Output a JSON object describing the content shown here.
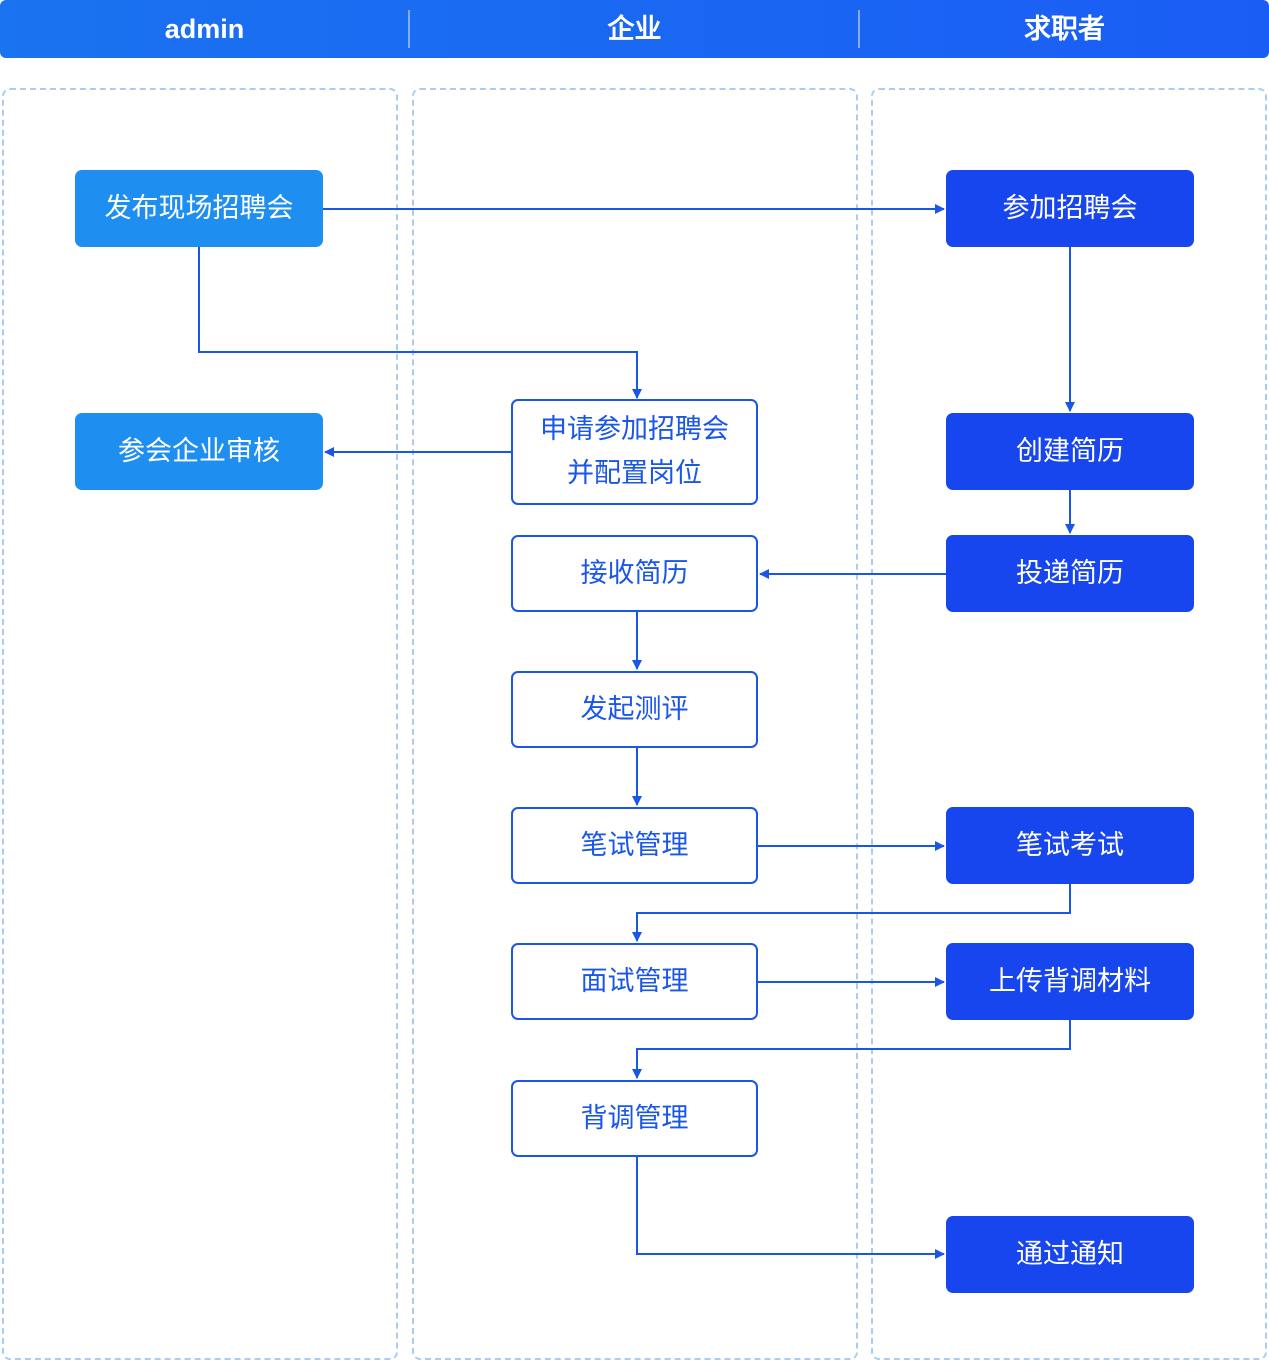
{
  "header": {
    "columns": [
      "admin",
      "企业",
      "求职者"
    ]
  },
  "colors": {
    "header_bg": "#1a6ff2",
    "admin_node": "#1f8ef1",
    "company_border": "#1a56e8",
    "seeker_node": "#1846ee",
    "lane_border": "#a9cdf2"
  },
  "nodes": {
    "admin_publish": "发布现场招聘会",
    "admin_review": "参会企业审核",
    "company_apply_line1": "申请参加招聘会",
    "company_apply_line2": "并配置岗位",
    "company_receive": "接收简历",
    "company_assess": "发起测评",
    "company_written": "笔试管理",
    "company_interview": "面试管理",
    "company_background": "背调管理",
    "seeker_join": "参加招聘会",
    "seeker_create_resume": "创建简历",
    "seeker_submit_resume": "投递简历",
    "seeker_written_exam": "笔试考试",
    "seeker_upload": "上传背调材料",
    "seeker_notice": "通过通知"
  }
}
